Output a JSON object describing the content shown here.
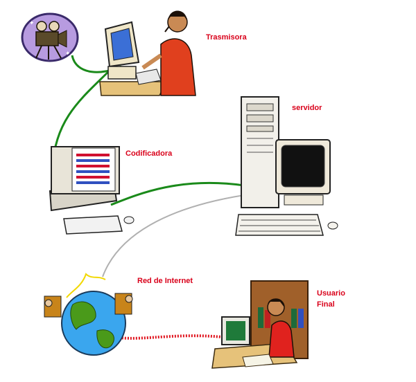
{
  "diagram": {
    "nodes": [
      {
        "id": "trasmisora",
        "label": "Trasmisora"
      },
      {
        "id": "servidor",
        "label": "servidor"
      },
      {
        "id": "codificadora",
        "label": "Codificadora"
      },
      {
        "id": "internet",
        "label": "Red de Internet"
      },
      {
        "id": "usuario",
        "label_line1": "Usuario",
        "label_line2": "Final"
      }
    ],
    "edges": [
      {
        "from": "camara",
        "to": "trasmisora",
        "color": "#1a8a1a"
      },
      {
        "from": "trasmisora",
        "to": "codificadora",
        "color": "#1a8a1a"
      },
      {
        "from": "codificadora",
        "to": "servidor",
        "color": "#1a8a1a"
      },
      {
        "from": "servidor",
        "to": "internet",
        "color": "#b0b0b0"
      },
      {
        "from": "internet",
        "to": "usuario",
        "color": "#e0141e"
      }
    ],
    "colors": {
      "label": "#d9001a",
      "link_green": "#1a8a1a",
      "link_gray": "#b0b0b0",
      "link_red": "#e0141e"
    }
  }
}
